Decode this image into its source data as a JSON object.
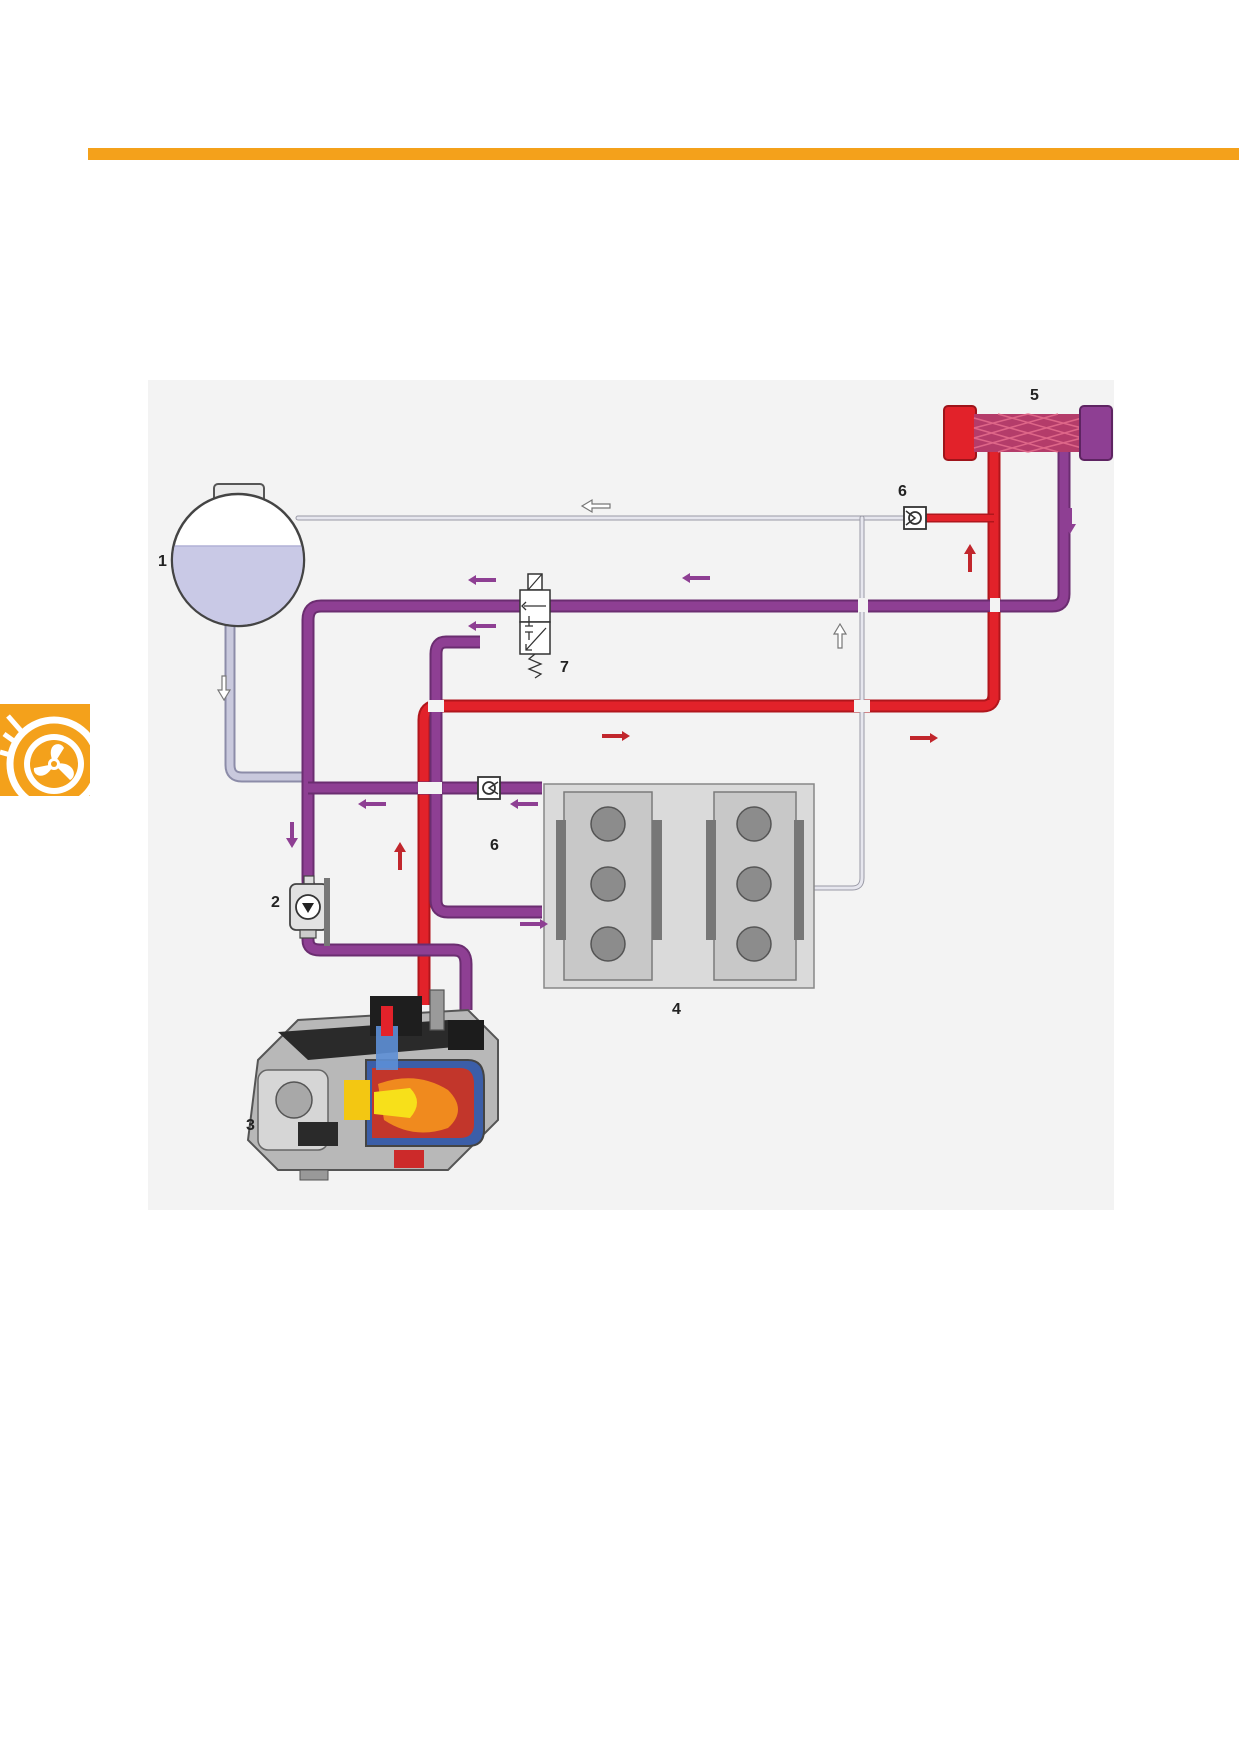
{
  "colors": {
    "accent": "#f4a11b",
    "hot_line": "#e2222a",
    "return_line": "#8e3f93",
    "cold_line": "#c9c9d6",
    "engine_block": "#dadada"
  },
  "icons": {
    "emblem": "fan-emblem-icon",
    "check_valve": "check-valve-icon",
    "pump": "circulation-pump-icon",
    "solenoid_valve": "solenoid-valve-icon",
    "arrow": "flow-arrow-icon"
  },
  "labels": {
    "expansion_tank": "1",
    "pump": "2",
    "heater": "3",
    "engine": "4",
    "heat_exchanger": "5",
    "check_valve_top": "6",
    "check_valve_engine": "6",
    "solenoid_valve": "7"
  }
}
